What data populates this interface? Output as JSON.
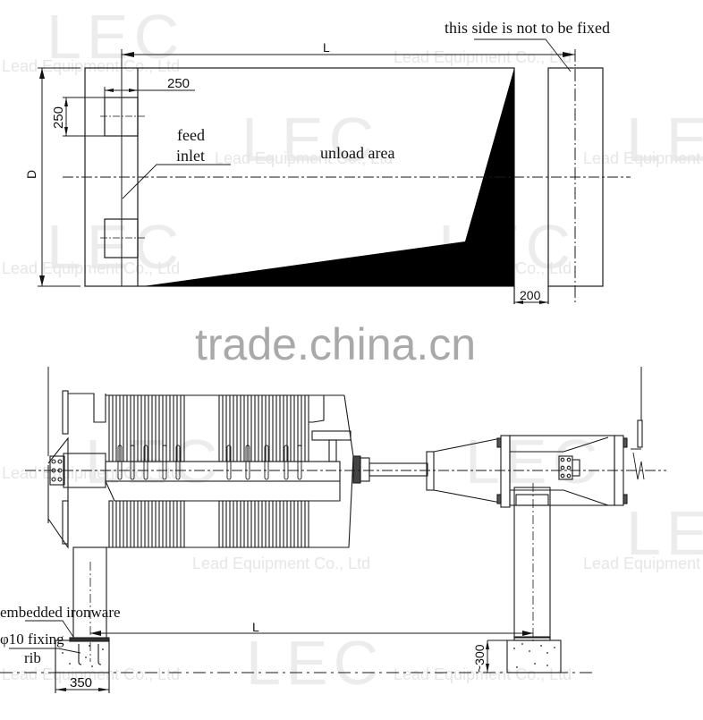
{
  "watermarks": {
    "logo": "LEC",
    "company": "Lead Equipment Co., Ltd",
    "company_alt": "Lead Equipment Co., Ltd",
    "site": "trade.china.cn"
  },
  "plan_view": {
    "label_length": "L",
    "label_depth": "D",
    "dim_width_250": "250",
    "dim_height_250": "250",
    "label_feed_line1": "feed",
    "label_feed_line2": "inlet",
    "label_unload": "unload area",
    "label_not_fixed": "this side is not to be fixed",
    "dim_200": "200"
  },
  "elevation_view": {
    "label_embedded": "embedded ironware",
    "label_fixing_line1": "φ10 fixing",
    "label_fixing_line2": "rib",
    "label_length": "L",
    "dim_350": "350",
    "dim_300": "~300"
  },
  "colors": {
    "line": "#1a1a1a",
    "fill_black": "#000000",
    "watermark": "#e6e6e6",
    "site_watermark": "#a9a9a9"
  }
}
